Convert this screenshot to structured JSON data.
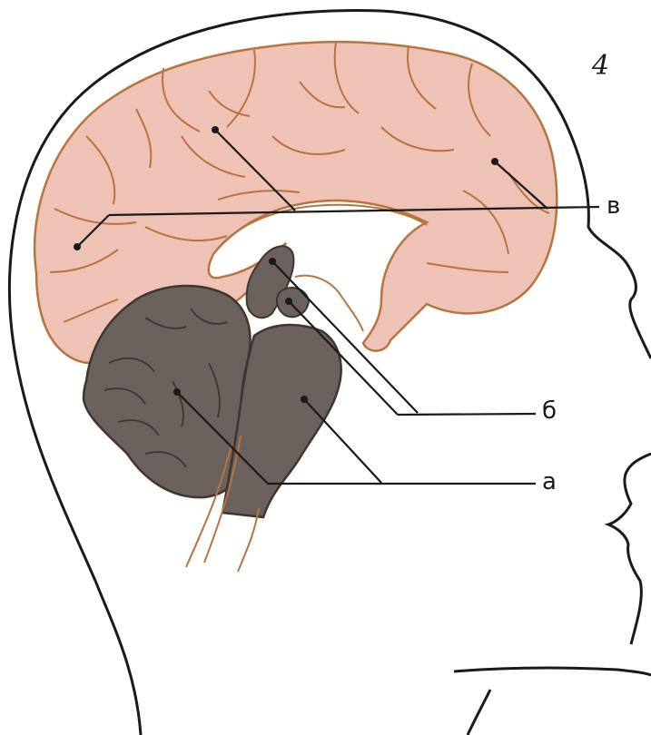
{
  "figure": {
    "number": "4",
    "labels": {
      "a": "а",
      "b": "б",
      "v": "в"
    }
  },
  "colors": {
    "background": "#ffffff",
    "outline": "#1a1a1a",
    "cerebrum_fill": "#eec3b5",
    "cerebrum_stroke": "#b8743f",
    "dark_structures": "#6b625d",
    "dark_stroke": "#3e3632",
    "leader_lines": "#1a1a1a"
  }
}
